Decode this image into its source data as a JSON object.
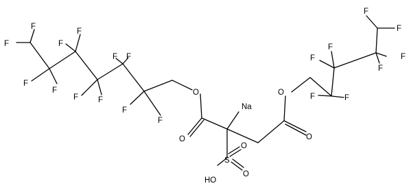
{
  "molecule": {
    "atoms": {
      "F": "F",
      "O": "O",
      "S": "S",
      "Na": "Na",
      "OH": "HO"
    },
    "colors": {
      "bond": "#000000",
      "text": "#000000",
      "background": "#ffffff"
    }
  }
}
